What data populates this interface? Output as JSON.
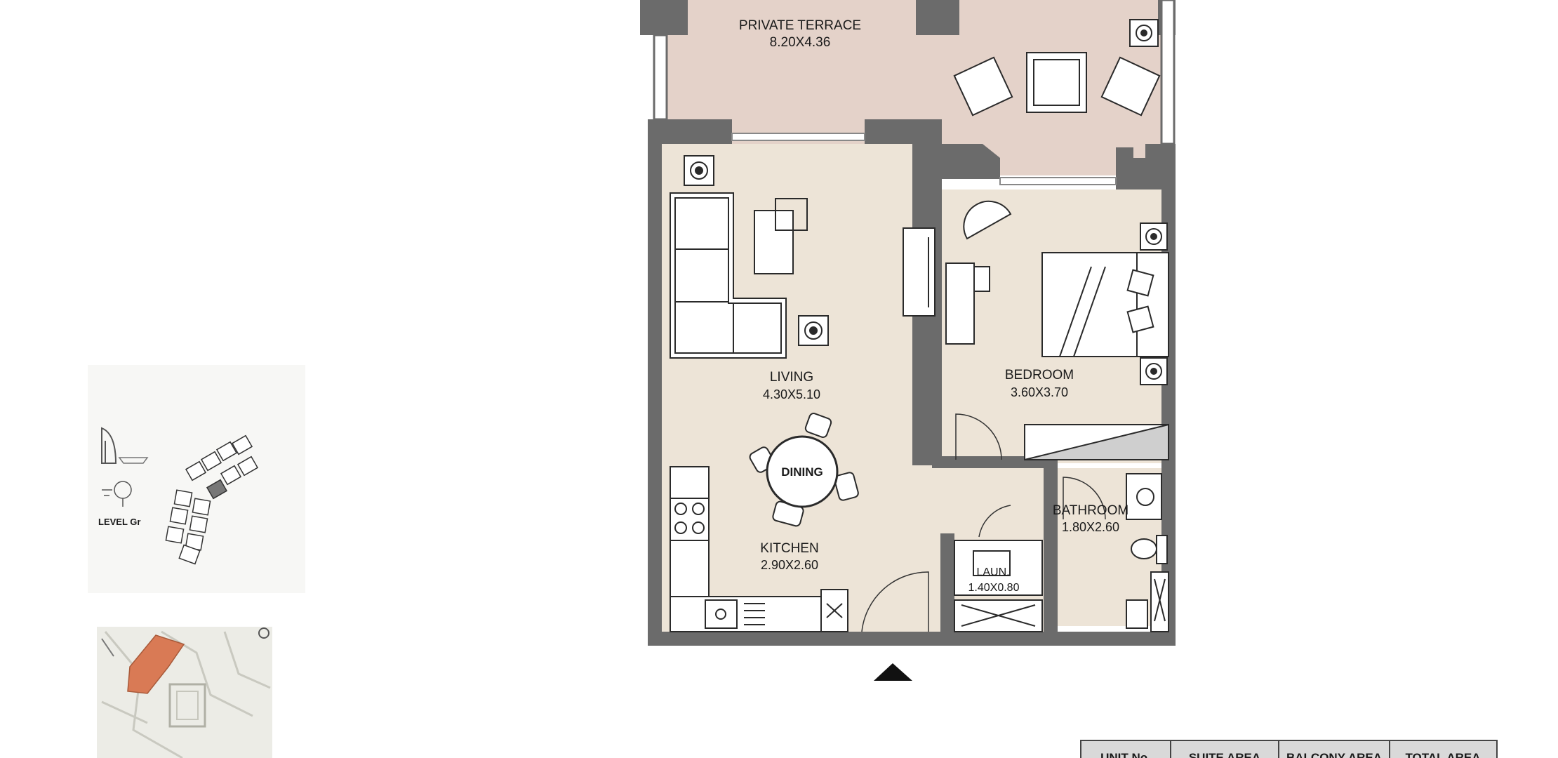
{
  "rooms": {
    "terrace": {
      "name": "PRIVATE TERRACE",
      "dims": "8.20X4.36"
    },
    "living": {
      "name": "LIVING",
      "dims": "4.30X5.10"
    },
    "bedroom": {
      "name": "BEDROOM",
      "dims": "3.60X3.70"
    },
    "dining": {
      "name": "DINING"
    },
    "kitchen": {
      "name": "KITCHEN",
      "dims": "2.90X2.60"
    },
    "bathroom": {
      "name": "BATHROOM",
      "dims": "1.80X2.60"
    },
    "laundry": {
      "name": "LAUN.",
      "dims": "1.40X0.80"
    }
  },
  "keyplan": {
    "level_label": "LEVEL Gr"
  },
  "table": {
    "headers": [
      "UNIT No.",
      "SUITE AREA",
      "BALCONY AREA",
      "TOTAL AREA"
    ]
  },
  "colors": {
    "wall": "#6b6b6b",
    "floor": "#ede4d7",
    "terrace": "#e4d2c9",
    "highlight": "#d97a55",
    "table_header": "#d9d9d9"
  }
}
